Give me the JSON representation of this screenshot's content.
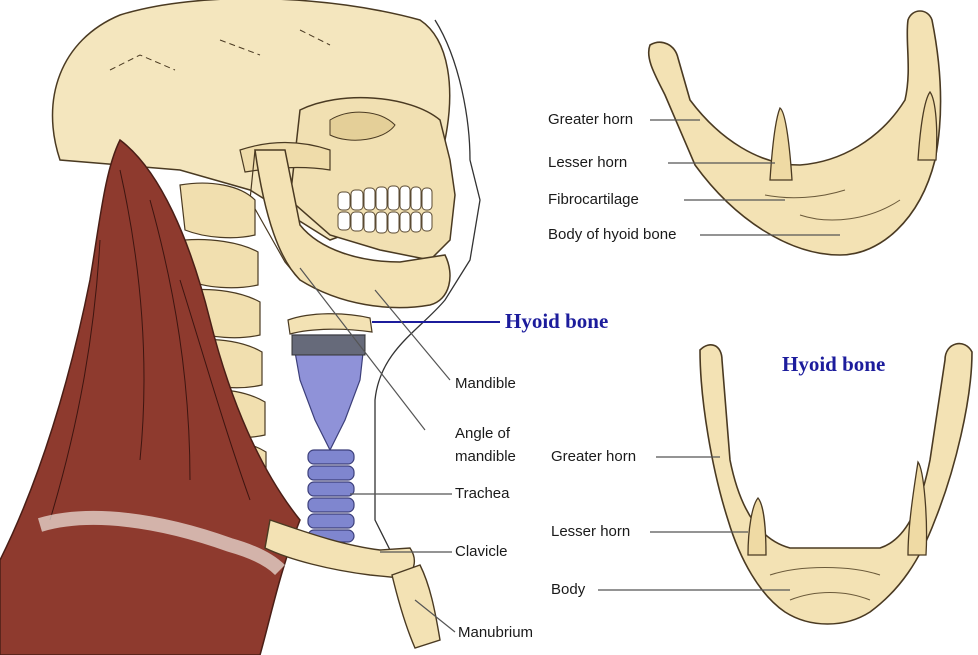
{
  "colors": {
    "bone": "#f3e2b4",
    "bone_stroke": "#4a3a22",
    "muscle": "#8e3a2e",
    "larynx": "#8f92d8",
    "trachea": "#7f86cf",
    "title_blue": "#1c1c9c",
    "leader": "#555555"
  },
  "neck_view": {
    "title": "Hyoid bone",
    "labels": {
      "mandible": "Mandible",
      "angle_line1": "Angle of",
      "angle_line2": "mandible",
      "trachea": "Trachea",
      "clavicle": "Clavicle",
      "manubrium": "Manubrium"
    }
  },
  "lateral_view": {
    "labels": {
      "greater_horn": "Greater horn",
      "lesser_horn": "Lesser horn",
      "fibrocartilage": "Fibrocartilage",
      "body": "Body of hyoid bone"
    }
  },
  "superior_view": {
    "title": "Hyoid bone",
    "labels": {
      "greater_horn": "Greater horn",
      "lesser_horn": "Lesser horn",
      "body": "Body"
    }
  }
}
